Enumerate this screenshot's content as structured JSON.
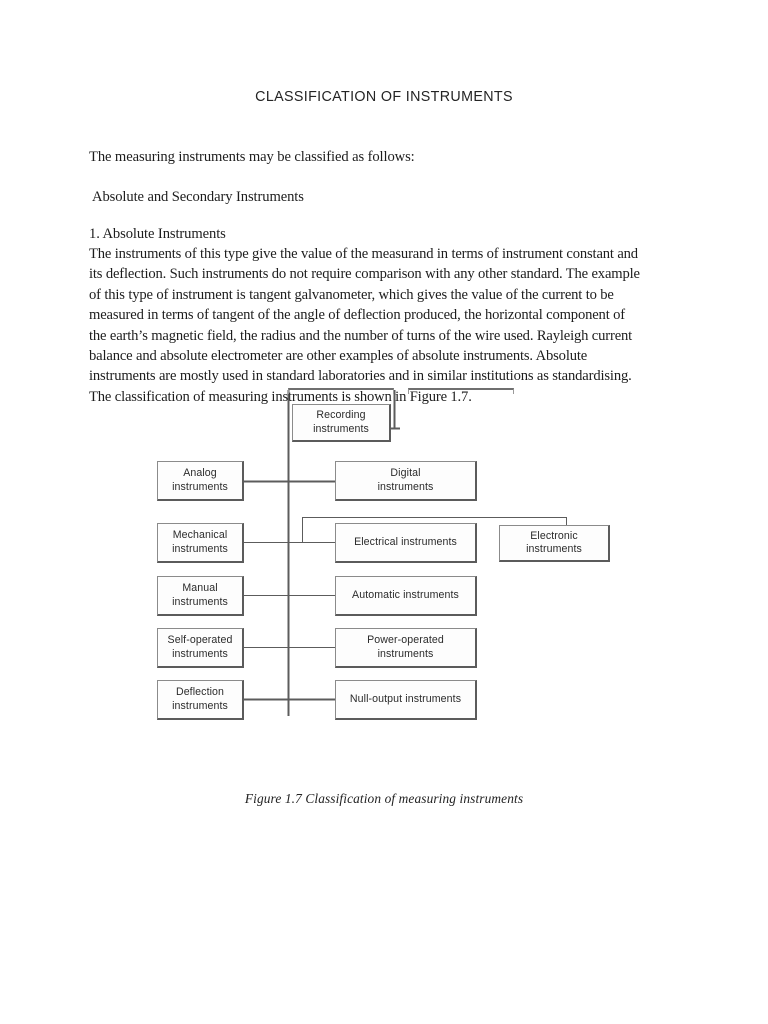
{
  "document": {
    "title": "CLASSIFICATION OF INSTRUMENTS",
    "intro_line": "The measuring instruments may be classified as follows:",
    "subheading": "Absolute and Secondary Instruments",
    "section_heading": "1. Absolute Instruments",
    "paragraph_lines": [
      "The instruments of this type give the value of the measurand in terms of instrument constant and",
      "its deflection. Such instruments do not require comparison with any other standard. The example",
      "of this type of instrument is tangent galvanometer, which gives the value of the current to be",
      "measured in terms of tangent of the angle of deflection produced, the horizontal component of",
      "the earth’s magnetic field, the radius and the number of turns of the wire used. Rayleigh current",
      "balance and absolute electrometer are other examples of absolute instruments. Absolute",
      "instruments are mostly used in standard laboratories and in similar institutions as standardising.",
      "The classification of measuring instruments is shown in Figure 1.7."
    ],
    "figure_caption": "Figure 1.7 Classification of measuring instruments"
  },
  "diagram": {
    "title": "Classification of measuring instruments",
    "nodes": [
      {
        "id": "recording",
        "line1": "Recording",
        "line2": "instruments"
      },
      {
        "id": "analog",
        "line1": "Analog",
        "line2": "instruments"
      },
      {
        "id": "digital",
        "line1": "Digital",
        "line2": "instruments"
      },
      {
        "id": "mechanical",
        "line1": "Mechanical",
        "line2": "instruments"
      },
      {
        "id": "electrical",
        "line1": "Electrical instruments",
        "line2": ""
      },
      {
        "id": "electronic",
        "line1": "Electronic",
        "line2": "instruments"
      },
      {
        "id": "manual",
        "line1": "Manual",
        "line2": "instruments"
      },
      {
        "id": "automatic",
        "line1": "Automatic instruments",
        "line2": ""
      },
      {
        "id": "self-operated",
        "line1": "Self-operated",
        "line2": "instruments"
      },
      {
        "id": "power-operated",
        "line1": "Power-operated",
        "line2": "instruments"
      },
      {
        "id": "deflection",
        "line1": "Deflection",
        "line2": "instruments"
      },
      {
        "id": "null-output",
        "line1": "Null-output instruments",
        "line2": ""
      }
    ],
    "pairs": [
      {
        "left": "Analog instruments",
        "right": "Digital instruments"
      },
      {
        "left": "Mechanical instruments",
        "right": "Electrical instruments"
      },
      {
        "left": "Manual instruments",
        "right": "Automatic instruments"
      },
      {
        "left": "Self-operated instruments",
        "right": "Power-operated instruments"
      },
      {
        "left": "Deflection instruments",
        "right": "Null-output instruments"
      }
    ]
  },
  "colors": {
    "page_background": "#ffffff",
    "text": "#1d1d1d",
    "box_border": "#8b8b8b",
    "box_shadow_border": "#5b5b5b",
    "connector_line": "#5c5c5c"
  }
}
